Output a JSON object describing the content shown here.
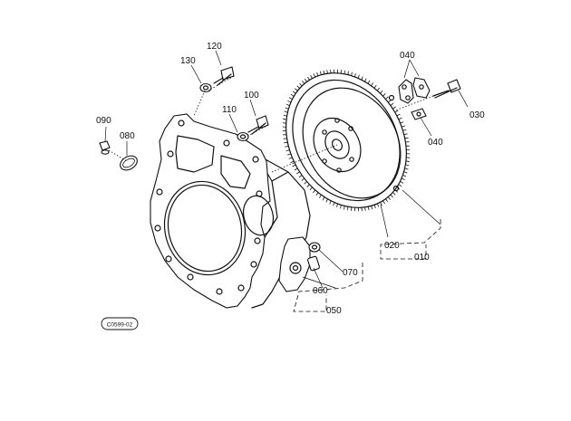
{
  "part_labels": {
    "p010": "010",
    "p020": "020",
    "p030": "030",
    "p040a": "040",
    "p040b": "040",
    "p050": "050",
    "p060": "060",
    "p070": "070",
    "p080": "080",
    "p090": "090",
    "p100": "100",
    "p110": "110",
    "p120": "120",
    "p130": "130"
  },
  "drawing_code": "C0599-02"
}
